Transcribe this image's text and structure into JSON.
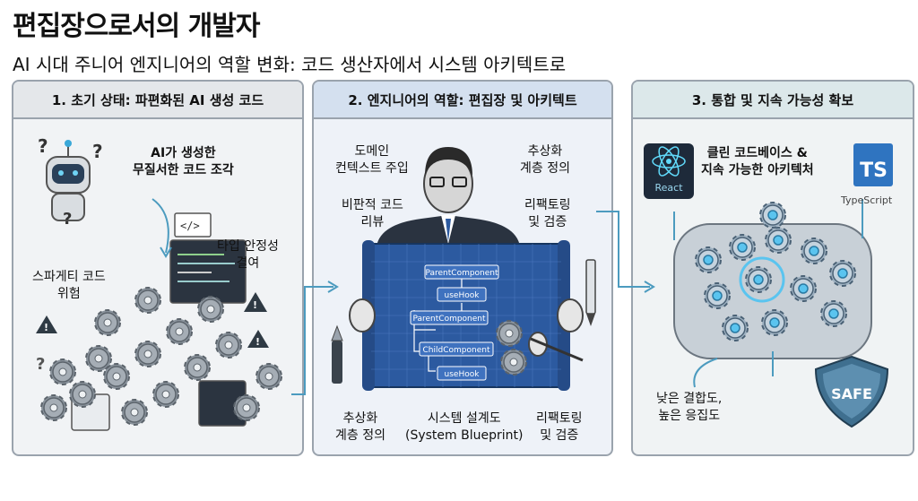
{
  "title": "편집장으로서의 개발자",
  "subtitle": "AI 시대 주니어 엔지니어의 역할 변화: 코드 생산자에서 시스템 아키텍트로",
  "panels": [
    {
      "heading": "1. 초기 상태: 파편화된 AI 생성 코드",
      "labels": {
        "ai_fragments_line1": "AI가 생성한",
        "ai_fragments_line2": "무질서한 코드 조각",
        "type_safety_line1": "타입 안정성",
        "type_safety_line2": "결여",
        "spaghetti_line1": "스파게티 코드",
        "spaghetti_line2": "위험"
      }
    },
    {
      "heading": "2. 엔지니어의 역할: 편집장 및 아키텍트",
      "labels": {
        "domain_line1": "도메인",
        "domain_line2": "컨텍스트 주입",
        "abstraction_top_line1": "추상화",
        "abstraction_top_line2": "계층 정의",
        "review_line1": "비판적 코드",
        "review_line2": "리뷰",
        "refactor_top_line1": "리팩토링",
        "refactor_top_line2": "및 검증",
        "abstraction_bottom_line1": "추상화",
        "abstraction_bottom_line2": "계층 정의",
        "blueprint_line1": "시스템 설계도",
        "blueprint_line2": "(System Blueprint)",
        "refactor_bottom_line1": "리팩토링",
        "refactor_bottom_line2": "및 검증"
      },
      "blueprint_nodes": [
        "ParentComponent",
        "useHook",
        "ParentComponent",
        "ChildComponent",
        "useHook"
      ]
    },
    {
      "heading": "3. 통합 및 지속 가능성 확보",
      "labels": {
        "clean_line1": "클린 코드베이스 &",
        "clean_line2": "지속 가능한 아키텍처",
        "coupling_line1": "낮은 결합도,",
        "coupling_line2": "높은 응집도"
      },
      "logos": {
        "react": "React",
        "ts": "TS",
        "typescript": "TypeScript"
      },
      "shield": "SAFE"
    }
  ],
  "colors": {
    "blueprint": "#2c5aa0",
    "gear": "#8a939c",
    "accent": "#3aa8d8",
    "shield": "#3f6f8f"
  }
}
